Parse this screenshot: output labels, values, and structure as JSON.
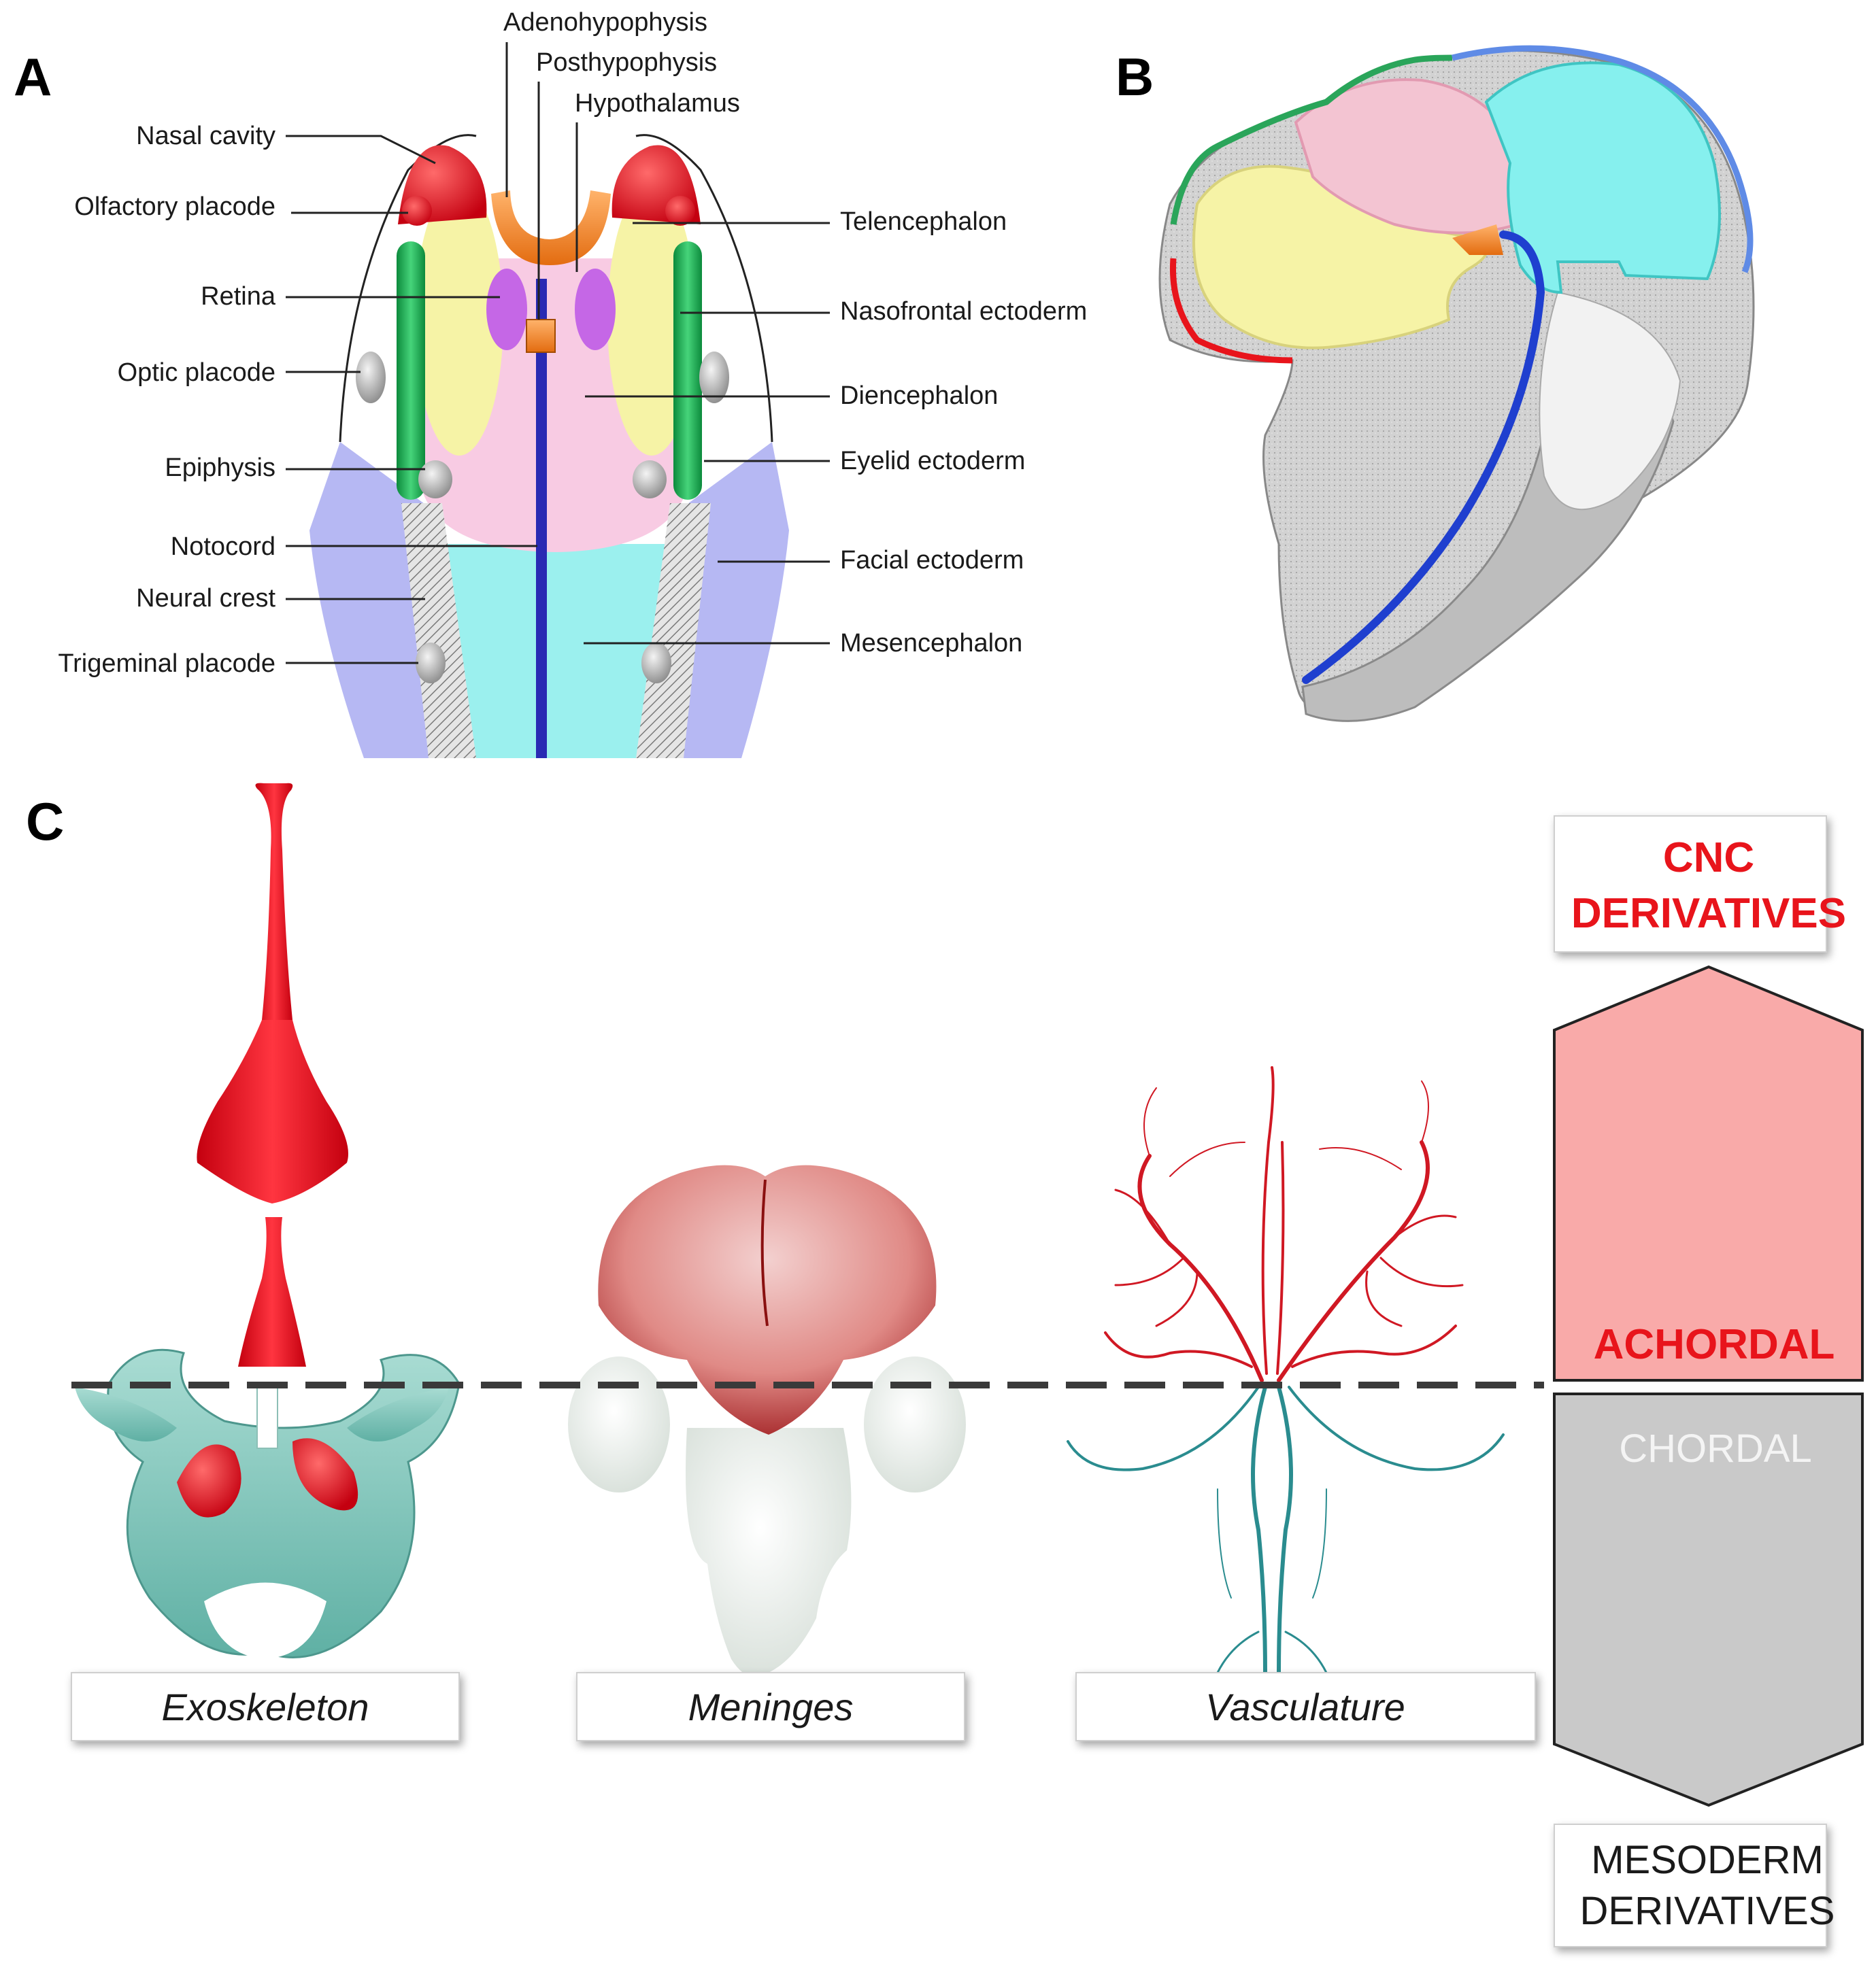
{
  "panels": {
    "a": "A",
    "b": "B",
    "c": "C"
  },
  "panel_a": {
    "top_labels": {
      "adenohypophysis": "Adenohypophysis",
      "posthypophysis": "Posthypophysis",
      "hypothalamus": "Hypothalamus"
    },
    "left_labels": {
      "nasal_cavity": "Nasal cavity",
      "olfactory_placode": "Olfactory placode",
      "retina": "Retina",
      "optic_placode": "Optic placode",
      "epiphysis": "Epiphysis",
      "notocord": "Notocord",
      "neural_crest": "Neural crest",
      "trigeminal_placode": "Trigeminal placode"
    },
    "right_labels": {
      "telencephalon": "Telencephalon",
      "nasofrontal_ectoderm": "Nasofrontal ectoderm",
      "diencephalon": "Diencephalon",
      "eyelid_ectoderm": "Eyelid ectoderm",
      "facial_ectoderm": "Facial ectoderm",
      "mesencephalon": "Mesencephalon"
    }
  },
  "panel_c": {
    "boxes": {
      "exoskeleton": "Exoskeleton",
      "meninges": "Meninges",
      "vasculature": "Vasculature"
    },
    "cnc_line1": "CNC",
    "cnc_line2": "DERIVATIVES",
    "achordal": "ACHORDAL",
    "chordal": "CHORDAL",
    "meso_line1": "MESODERM",
    "meso_line2": "DERIVATIVES"
  },
  "colors": {
    "red": "#e8141b",
    "teal": "#6fb7ae",
    "achordal_fill": "#f9aaa9",
    "chordal_fill": "#c9c9c9",
    "telencephalon": "#f6f3a6",
    "diencephalon": "#f8cbe3",
    "mesencephalon": "#9bf0ee",
    "facial_ectoderm": "#b6b8f3",
    "notocord": "#2a2ab3"
  }
}
